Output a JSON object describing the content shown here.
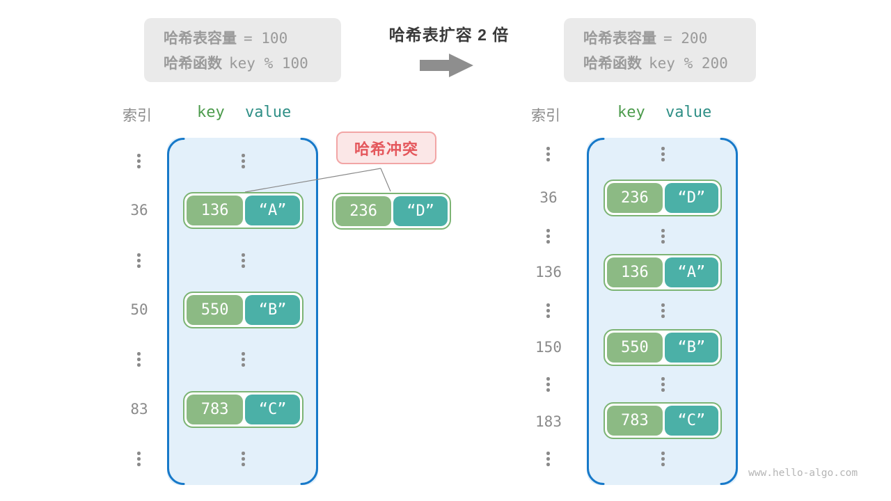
{
  "title": "哈希表扩容 2 倍",
  "info_left": {
    "capacity_label": "哈希表容量",
    "capacity_expr": "= 100",
    "hash_label": "哈希函数",
    "hash_expr": "key % 100"
  },
  "info_right": {
    "capacity_label": "哈希表容量",
    "capacity_expr": "= 200",
    "hash_label": "哈希函数",
    "hash_expr": "key % 200"
  },
  "columns": {
    "index": "索引",
    "key": "key",
    "value": "value"
  },
  "collision": {
    "label": "哈希冲突",
    "key": "236",
    "value": "“D”"
  },
  "left_table": {
    "entries": [
      {
        "index": "36",
        "key": "136",
        "value": "“A”"
      },
      {
        "index": "50",
        "key": "550",
        "value": "“B”"
      },
      {
        "index": "83",
        "key": "783",
        "value": "“C”"
      }
    ]
  },
  "right_table": {
    "entries": [
      {
        "index": "36",
        "key": "236",
        "value": "“D”"
      },
      {
        "index": "136",
        "key": "136",
        "value": "“A”"
      },
      {
        "index": "150",
        "key": "550",
        "value": "“B”"
      },
      {
        "index": "183",
        "key": "783",
        "value": "“C”"
      }
    ]
  },
  "watermark": "www.hello-algo.com",
  "palette": {
    "key_fill": "#8cba84",
    "value_fill": "#4bb0a7",
    "pair_border": "#7cb474",
    "table_fill": "#e3f0fa",
    "table_border": "#1779c9",
    "header_key_color": "#4c9b4c",
    "header_value_color": "#2f8f86",
    "collision_text": "#e4575c",
    "collision_bg": "#fbe7e7",
    "collision_border": "#f2a5a5",
    "info_bg": "#eaeaea",
    "muted_text": "#9a9a9a"
  }
}
